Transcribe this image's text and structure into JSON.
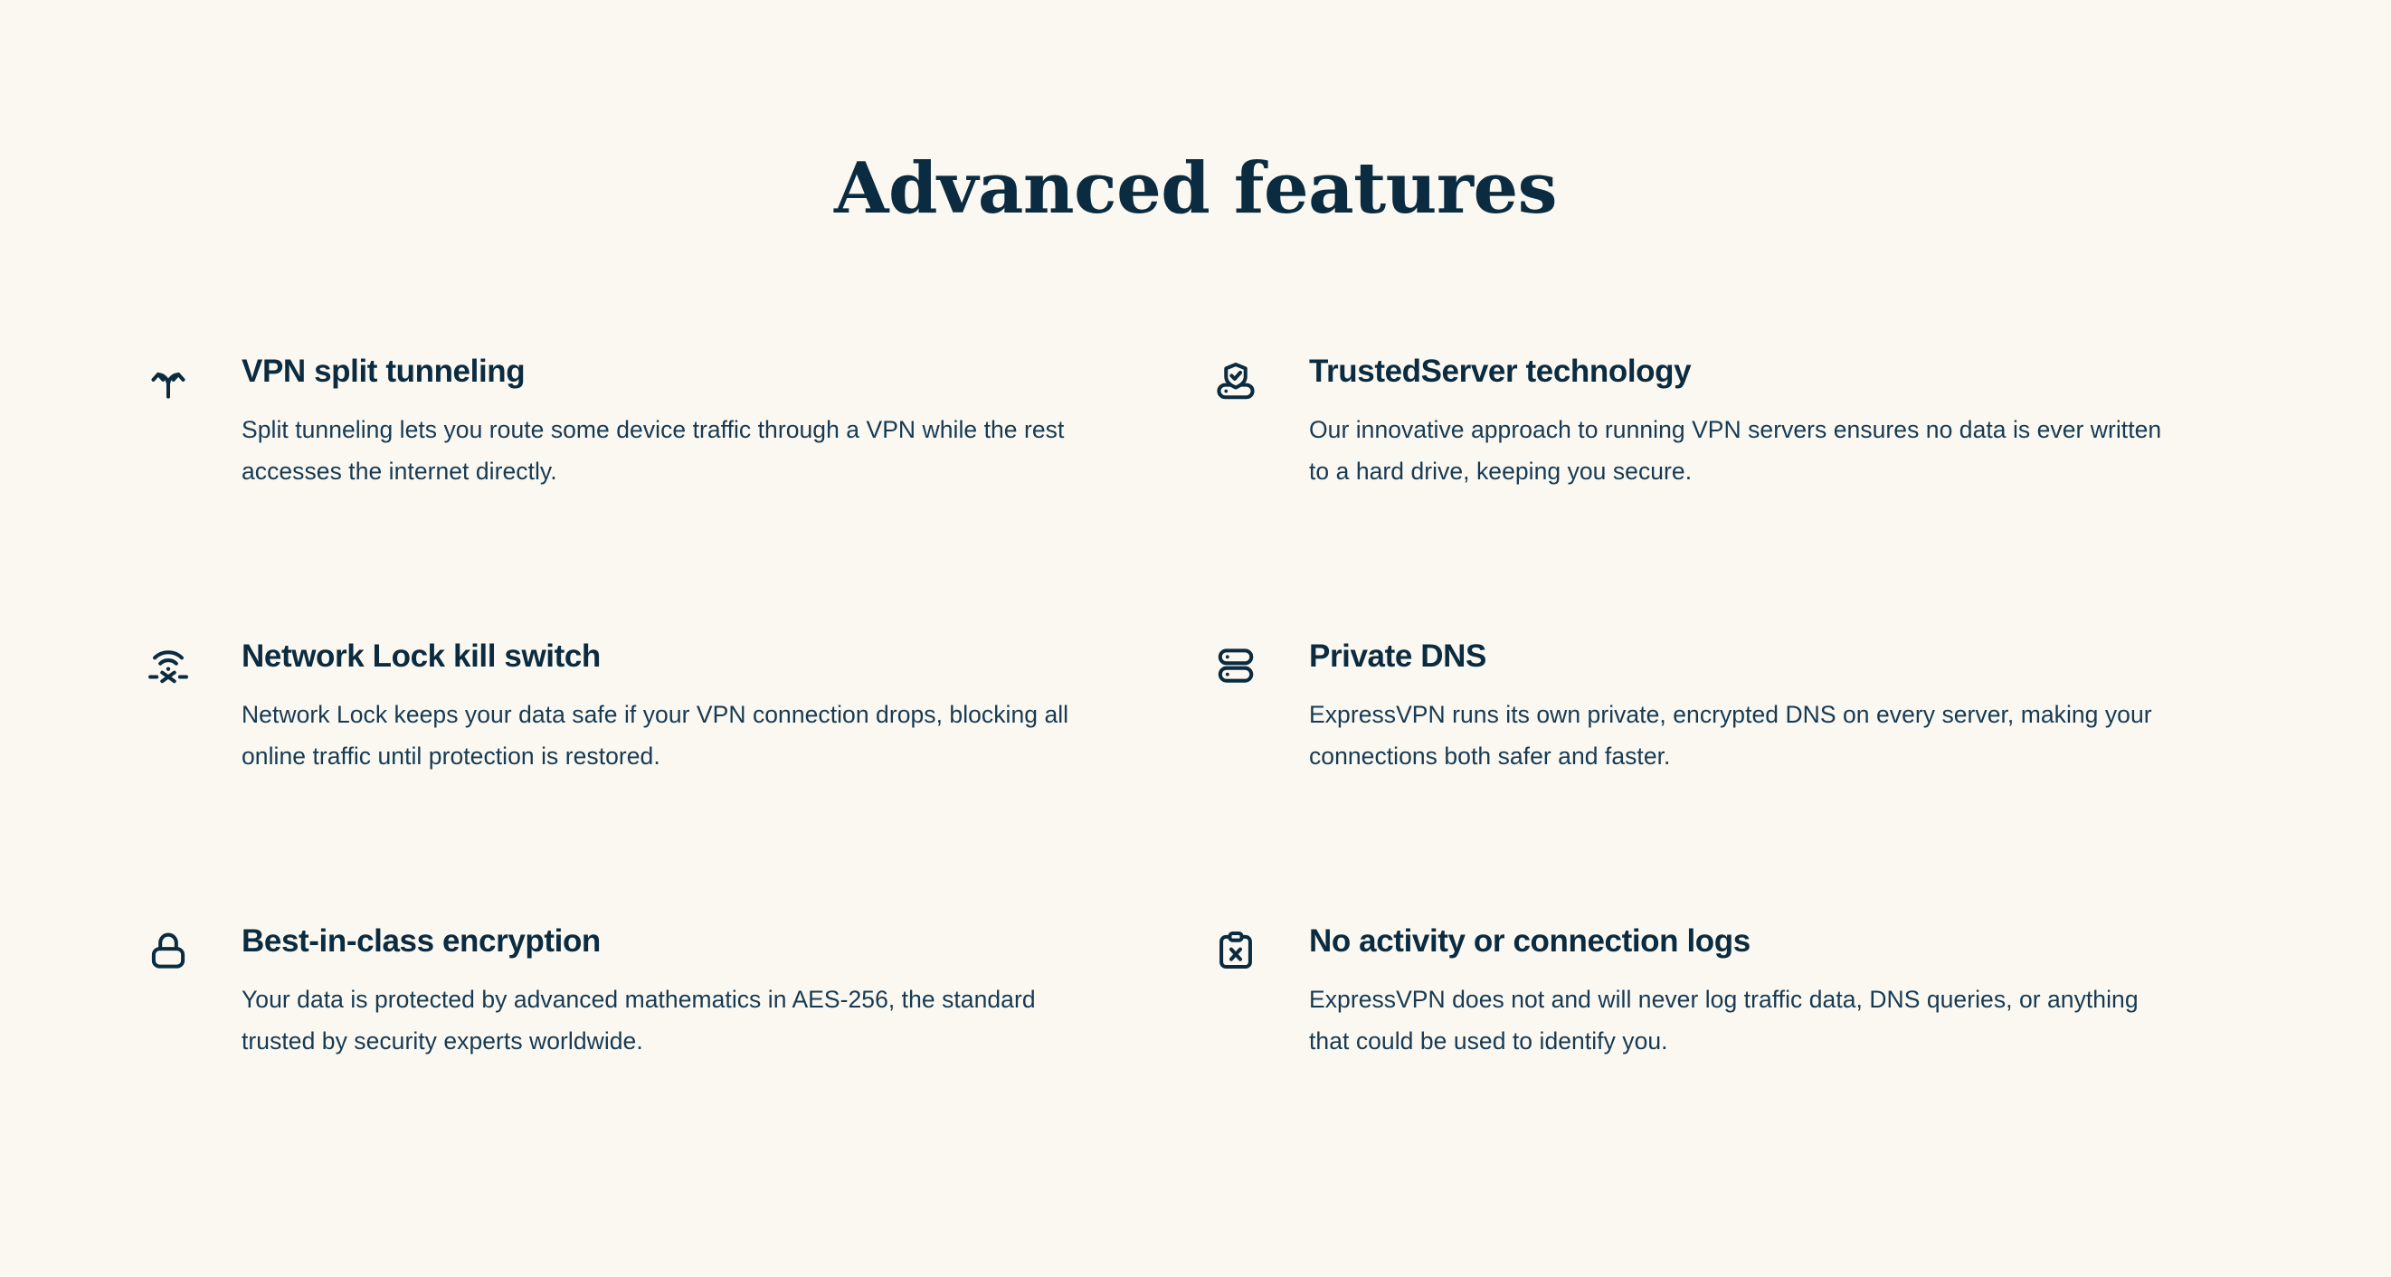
{
  "section": {
    "title": "Advanced features",
    "background_color": "#faf8f1",
    "heading_color": "#0b2b40",
    "body_color": "#173a52",
    "icon_color": "#0b2b40"
  },
  "features": [
    {
      "icon": "split-tunneling-icon",
      "title": "VPN split tunneling",
      "description": "Split tunneling lets you route some device traffic through a VPN while the rest accesses the internet directly."
    },
    {
      "icon": "trusted-server-shield-icon",
      "title": "TrustedServer technology",
      "description": "Our innovative approach to running VPN servers ensures no data is ever written to a hard drive, keeping you secure."
    },
    {
      "icon": "wifi-kill-switch-icon",
      "title": "Network Lock kill switch",
      "description": "Network Lock keeps your data safe if your VPN connection drops, blocking all online traffic until protection is restored."
    },
    {
      "icon": "server-stack-icon",
      "title": "Private DNS",
      "description": "ExpressVPN runs its own private, encrypted DNS on every server, making your connections both safer and faster."
    },
    {
      "icon": "padlock-icon",
      "title": "Best-in-class encryption",
      "description": "Your data is protected by advanced mathematics in AES-256, the standard trusted by security experts worldwide."
    },
    {
      "icon": "clipboard-x-icon",
      "title": "No activity or connection logs",
      "description": "ExpressVPN does not and will never log traffic data, DNS queries, or anything that could be used to identify you."
    }
  ]
}
